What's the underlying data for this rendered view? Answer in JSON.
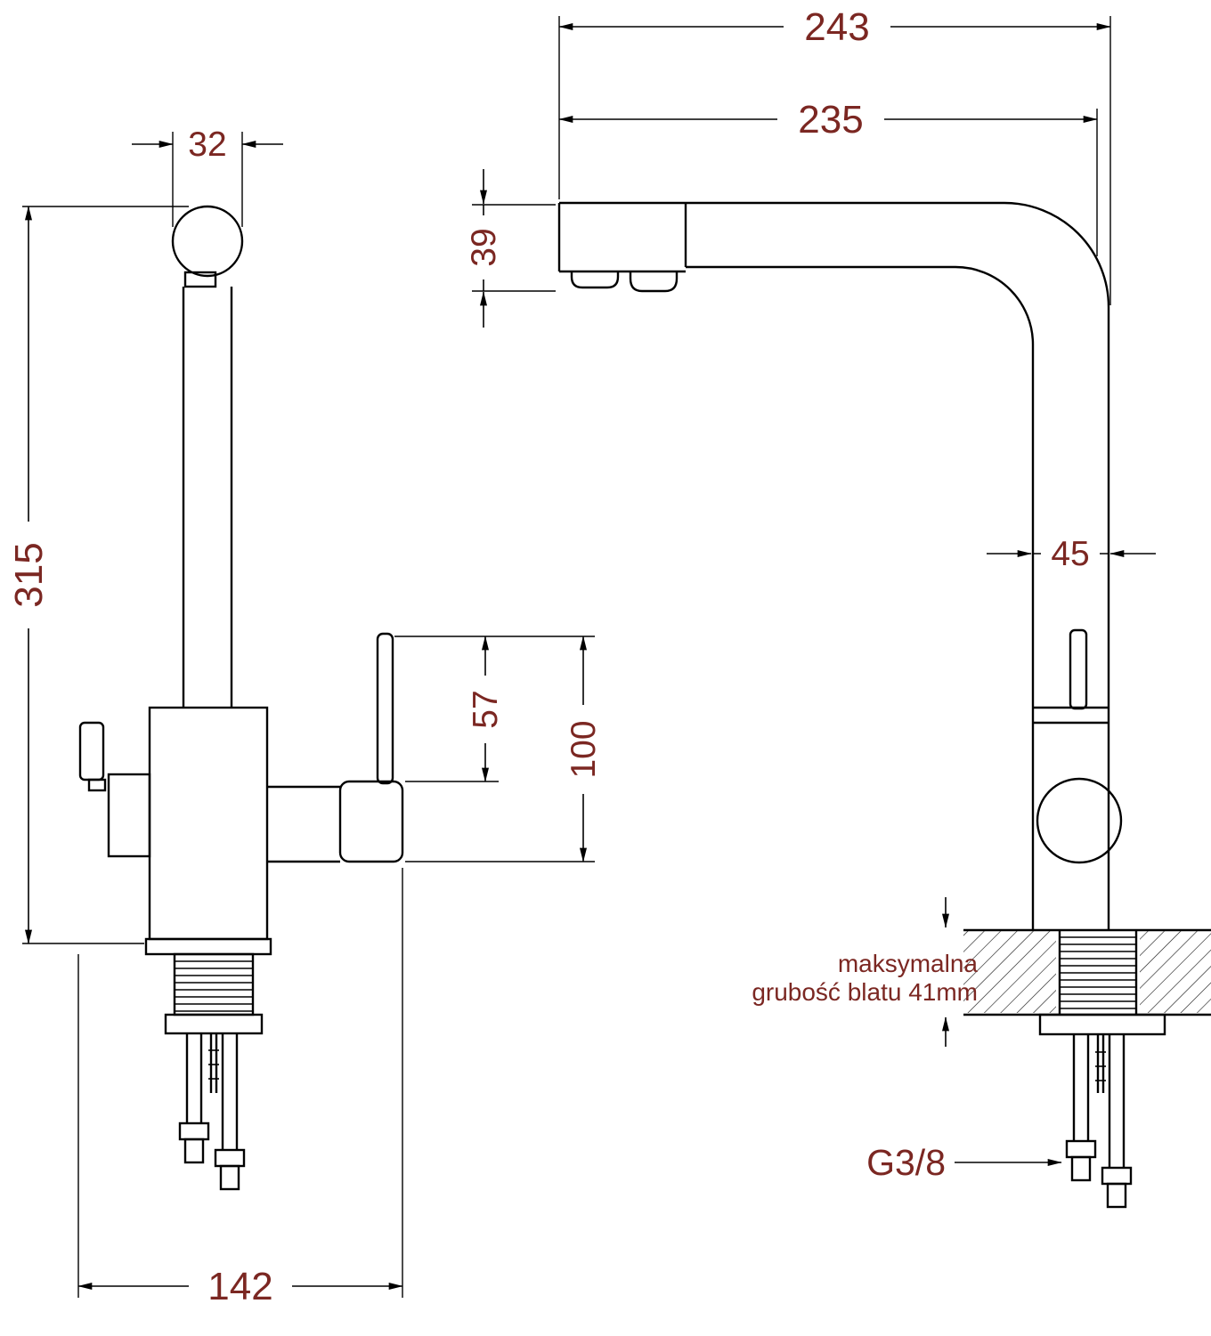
{
  "drawing": {
    "type": "technical-dimension-drawing",
    "subject": "kitchen faucet two views",
    "colors": {
      "line": "#000000",
      "dim_text": "#7b2722",
      "background": "#ffffff"
    },
    "dims": {
      "d243": "243",
      "d235": "235",
      "d39": "39",
      "d32": "32",
      "d315": "315",
      "d57": "57",
      "d100": "100",
      "d45": "45",
      "d142": "142"
    },
    "labels": {
      "note_line1": "maksymalna",
      "note_line2": "grubość blatu 41mm",
      "thread": "G3/8"
    }
  }
}
